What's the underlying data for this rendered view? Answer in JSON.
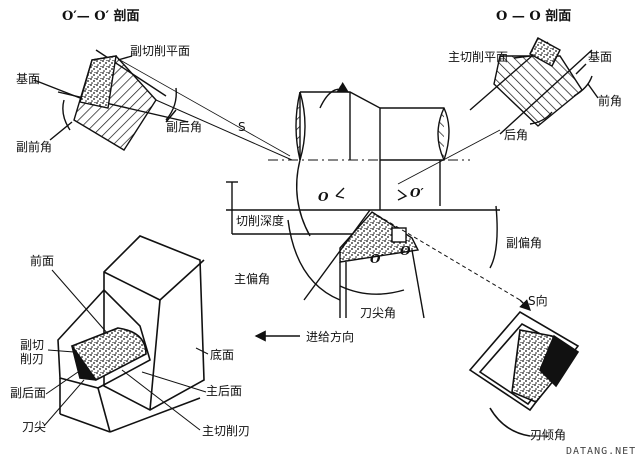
{
  "sections": {
    "left_title": "O′— O′ 剖面",
    "right_title": "O — O 剖面"
  },
  "left_section_labels": {
    "minor_cutting_plane": "副切削平面",
    "base_plane": "基面",
    "minor_clearance_angle": "副后角",
    "minor_rake_angle": "副前角"
  },
  "right_section_labels": {
    "main_cutting_plane": "主切削平面",
    "base_plane": "基面",
    "rake_angle": "前角",
    "clearance_angle": "后角"
  },
  "center_labels": {
    "s": "S",
    "o_left": "O",
    "o_prime_right": "O′",
    "o_prime_tip": "O′",
    "o_tip": "O",
    "cutting_depth": "切削深度",
    "minor_cutting_edge_angle": "副偏角",
    "main_cutting_edge_angle": "主偏角",
    "tool_tip_angle": "刀尖角",
    "feed_direction": "进给方向"
  },
  "tool_labels": {
    "rake_face": "前面",
    "minor_cutting_edge": "副切削刃",
    "minor_flank": "副后面",
    "tool_tip": "刀尖",
    "bottom_face": "底面",
    "main_flank": "主后面",
    "main_cutting_edge": "主切削刃"
  },
  "s_view_labels": {
    "s_direction": "S向",
    "inclination_angle": "刃倾角"
  },
  "watermark": "DATANG.NET",
  "colors": {
    "ink": "#111111",
    "background": "#ffffff"
  }
}
